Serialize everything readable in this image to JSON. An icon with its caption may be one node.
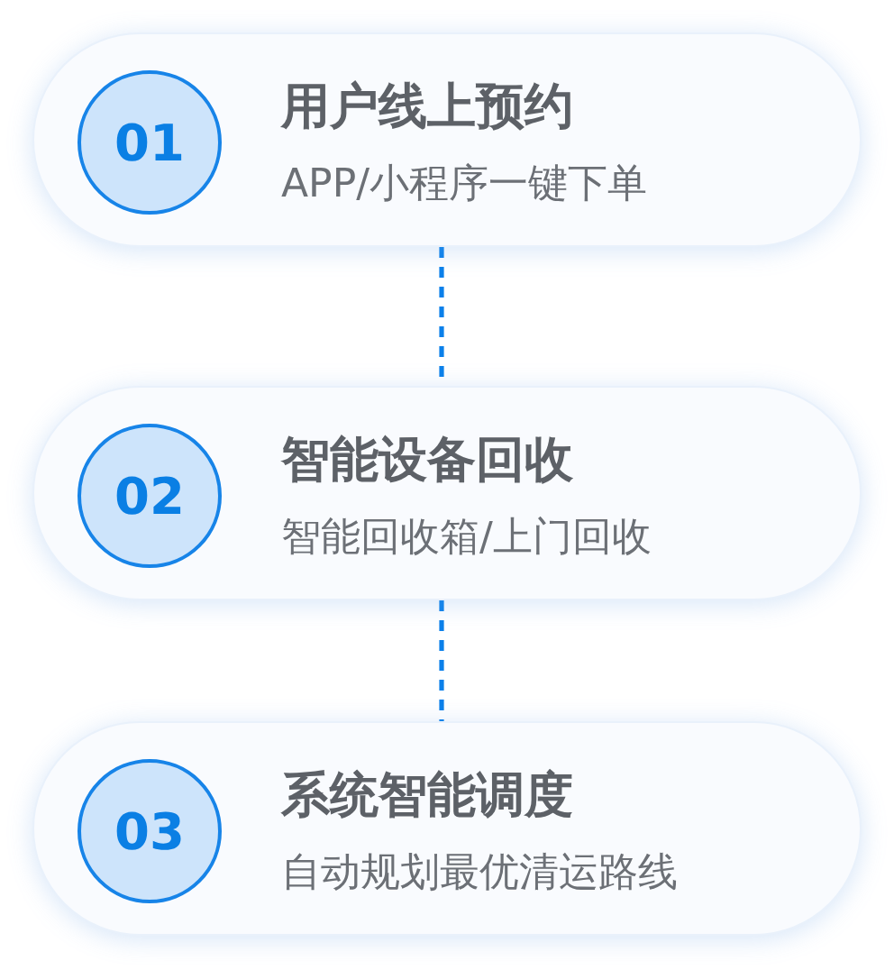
{
  "diagram": {
    "nodes": [
      {
        "text": [
          "用户线上预约",
          "APP/小程序一键下单"
        ]
      },
      {
        "text": [
          "01"
        ],
        "in": 0
      },
      {
        "text": [
          "智能设备回收",
          "智能回收箱/上门回收"
        ]
      },
      {
        "text": [
          "02"
        ],
        "in": 2
      },
      {
        "text": [
          "系统智能调度",
          "自动规划最优清运路线"
        ]
      },
      {
        "text": [
          "03"
        ],
        "in": 4
      }
    ],
    "edges": [
      {
        "from": 0,
        "to": 2,
        "arrow": "none",
        "style": "dashed"
      },
      {
        "from": 2,
        "to": 4,
        "arrow": "none",
        "style": "dashed"
      }
    ]
  }
}
